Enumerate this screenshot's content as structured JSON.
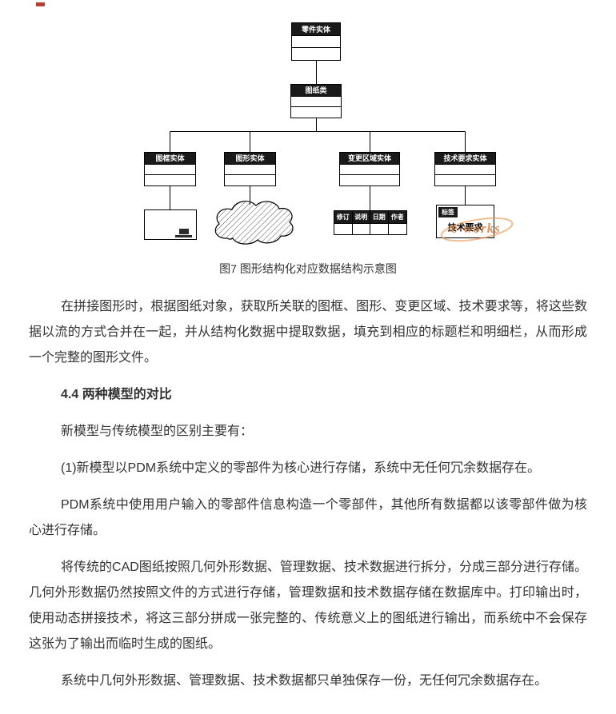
{
  "figure": {
    "root_label": "零件实体",
    "class_label": "图纸类",
    "children": [
      {
        "label": "图框实体"
      },
      {
        "label": "图形实体"
      },
      {
        "label": "变更区域实体"
      },
      {
        "label": "技术要求实体"
      }
    ],
    "revision_table": {
      "headers": [
        "修订",
        "说明",
        "日期",
        "作者"
      ]
    },
    "tag_box": {
      "tab": "标签",
      "title": "技术要求"
    },
    "watermark": "e-works",
    "caption": "图7 图形结构化对应数据结构示意图"
  },
  "article": {
    "p1": "在拼接图形时，根据图纸对象，获取所关联的图框、图形、变更区域、技术要求等，将这些数据以流的方式合并在一起，并从结构化数据中提取数据，填充到相应的标题栏和明细栏，从而形成一个完整的图形文件。",
    "heading": "4.4 两种模型的对比",
    "p2": "新模型与传统模型的区别主要有：",
    "p3": "(1)新模型以PDM系统中定义的零部件为核心进行存储，系统中无任何冗余数据存在。",
    "p4": "PDM系统中使用用户输入的零部件信息构造一个零部件，其他所有数据都以该零部件做为核心进行存储。",
    "p5": "将传统的CAD图纸按照几何外形数据、管理数据、技术数据进行拆分，分成三部分进行存储。几何外形数据仍然按照文件的方式进行存储，管理数据和技术数据存储在数据库中。打印输出时，使用动态拼接技术，将这三部分拼成一张完整的、传统意义上的图纸进行输出，而系统中不会保存这张为了输出而临时生成的图纸。",
    "p6": "系统中几何外形数据、管理数据、技术数据都只单独保存一份，无任何冗余数据存在。"
  },
  "colors": {
    "title_bar": "#1a1a1a",
    "watermark_orange": "#dd8040"
  }
}
